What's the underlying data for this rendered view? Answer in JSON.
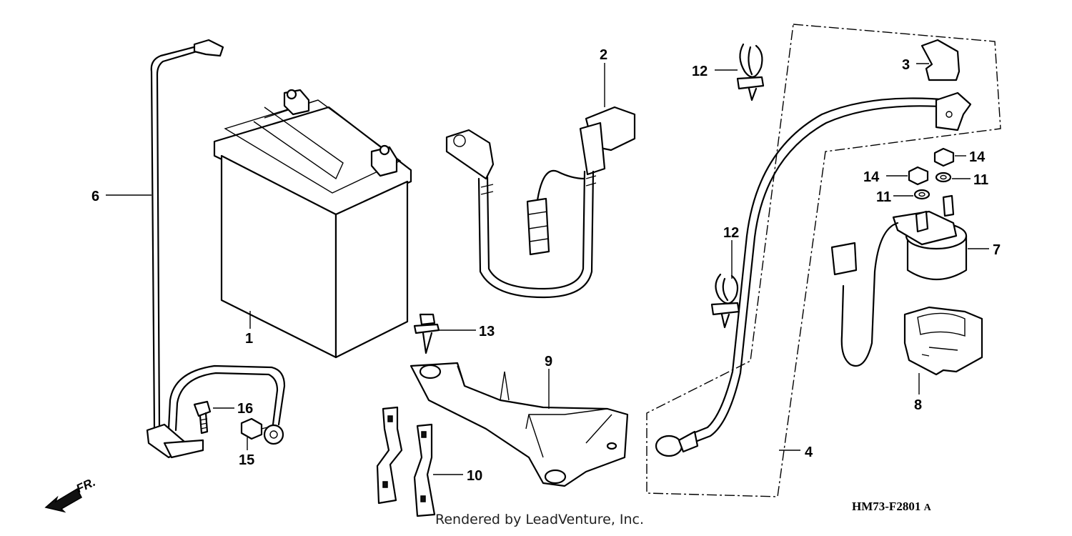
{
  "callouts": {
    "p1": "1",
    "p2": "2",
    "p3": "3",
    "p4": "4",
    "p6": "6",
    "p7": "7",
    "p8": "8",
    "p9": "9",
    "p10": "10",
    "p11a": "11",
    "p11b": "11",
    "p12a": "12",
    "p12b": "12",
    "p13": "13",
    "p14a": "14",
    "p14b": "14",
    "p15": "15",
    "p16": "16"
  },
  "front_label": "FR.",
  "diagram_code": "HM73-F2801",
  "diagram_code_suffix": "A",
  "watermark": "Rendered by LeadVenture, Inc."
}
